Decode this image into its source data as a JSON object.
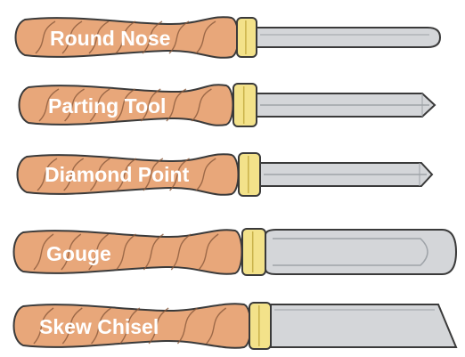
{
  "colors": {
    "handle": "#e8a77a",
    "handle_grain": "#8a5a3c",
    "outline": "#3a3a3a",
    "ferrule": "#f3e28a",
    "steel": "#d4d6d9",
    "steel_dark": "#9ea3a8"
  },
  "tools": [
    {
      "id": "round-nose",
      "label": "Round Nose",
      "tip": "round"
    },
    {
      "id": "parting-tool",
      "label": "Parting Tool",
      "tip": "parting"
    },
    {
      "id": "diamond-point",
      "label": "Diamond Point",
      "tip": "diamond"
    },
    {
      "id": "gouge",
      "label": "Gouge",
      "tip": "gouge"
    },
    {
      "id": "skew-chisel",
      "label": "Skew Chisel",
      "tip": "skew"
    }
  ]
}
